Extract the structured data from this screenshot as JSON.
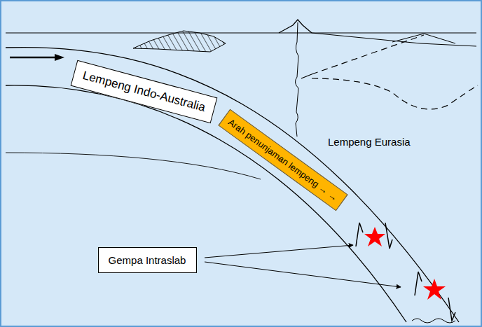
{
  "diagram": {
    "nodes": [
      {
        "text": [
          "Lempeng Indo-Australia"
        ]
      },
      {
        "text": [
          "Arah penunjaman lempeng → →"
        ]
      },
      {
        "text": [
          "Gempa Intraslab"
        ]
      }
    ],
    "labels": [
      "Lempeng Eurasia"
    ]
  }
}
